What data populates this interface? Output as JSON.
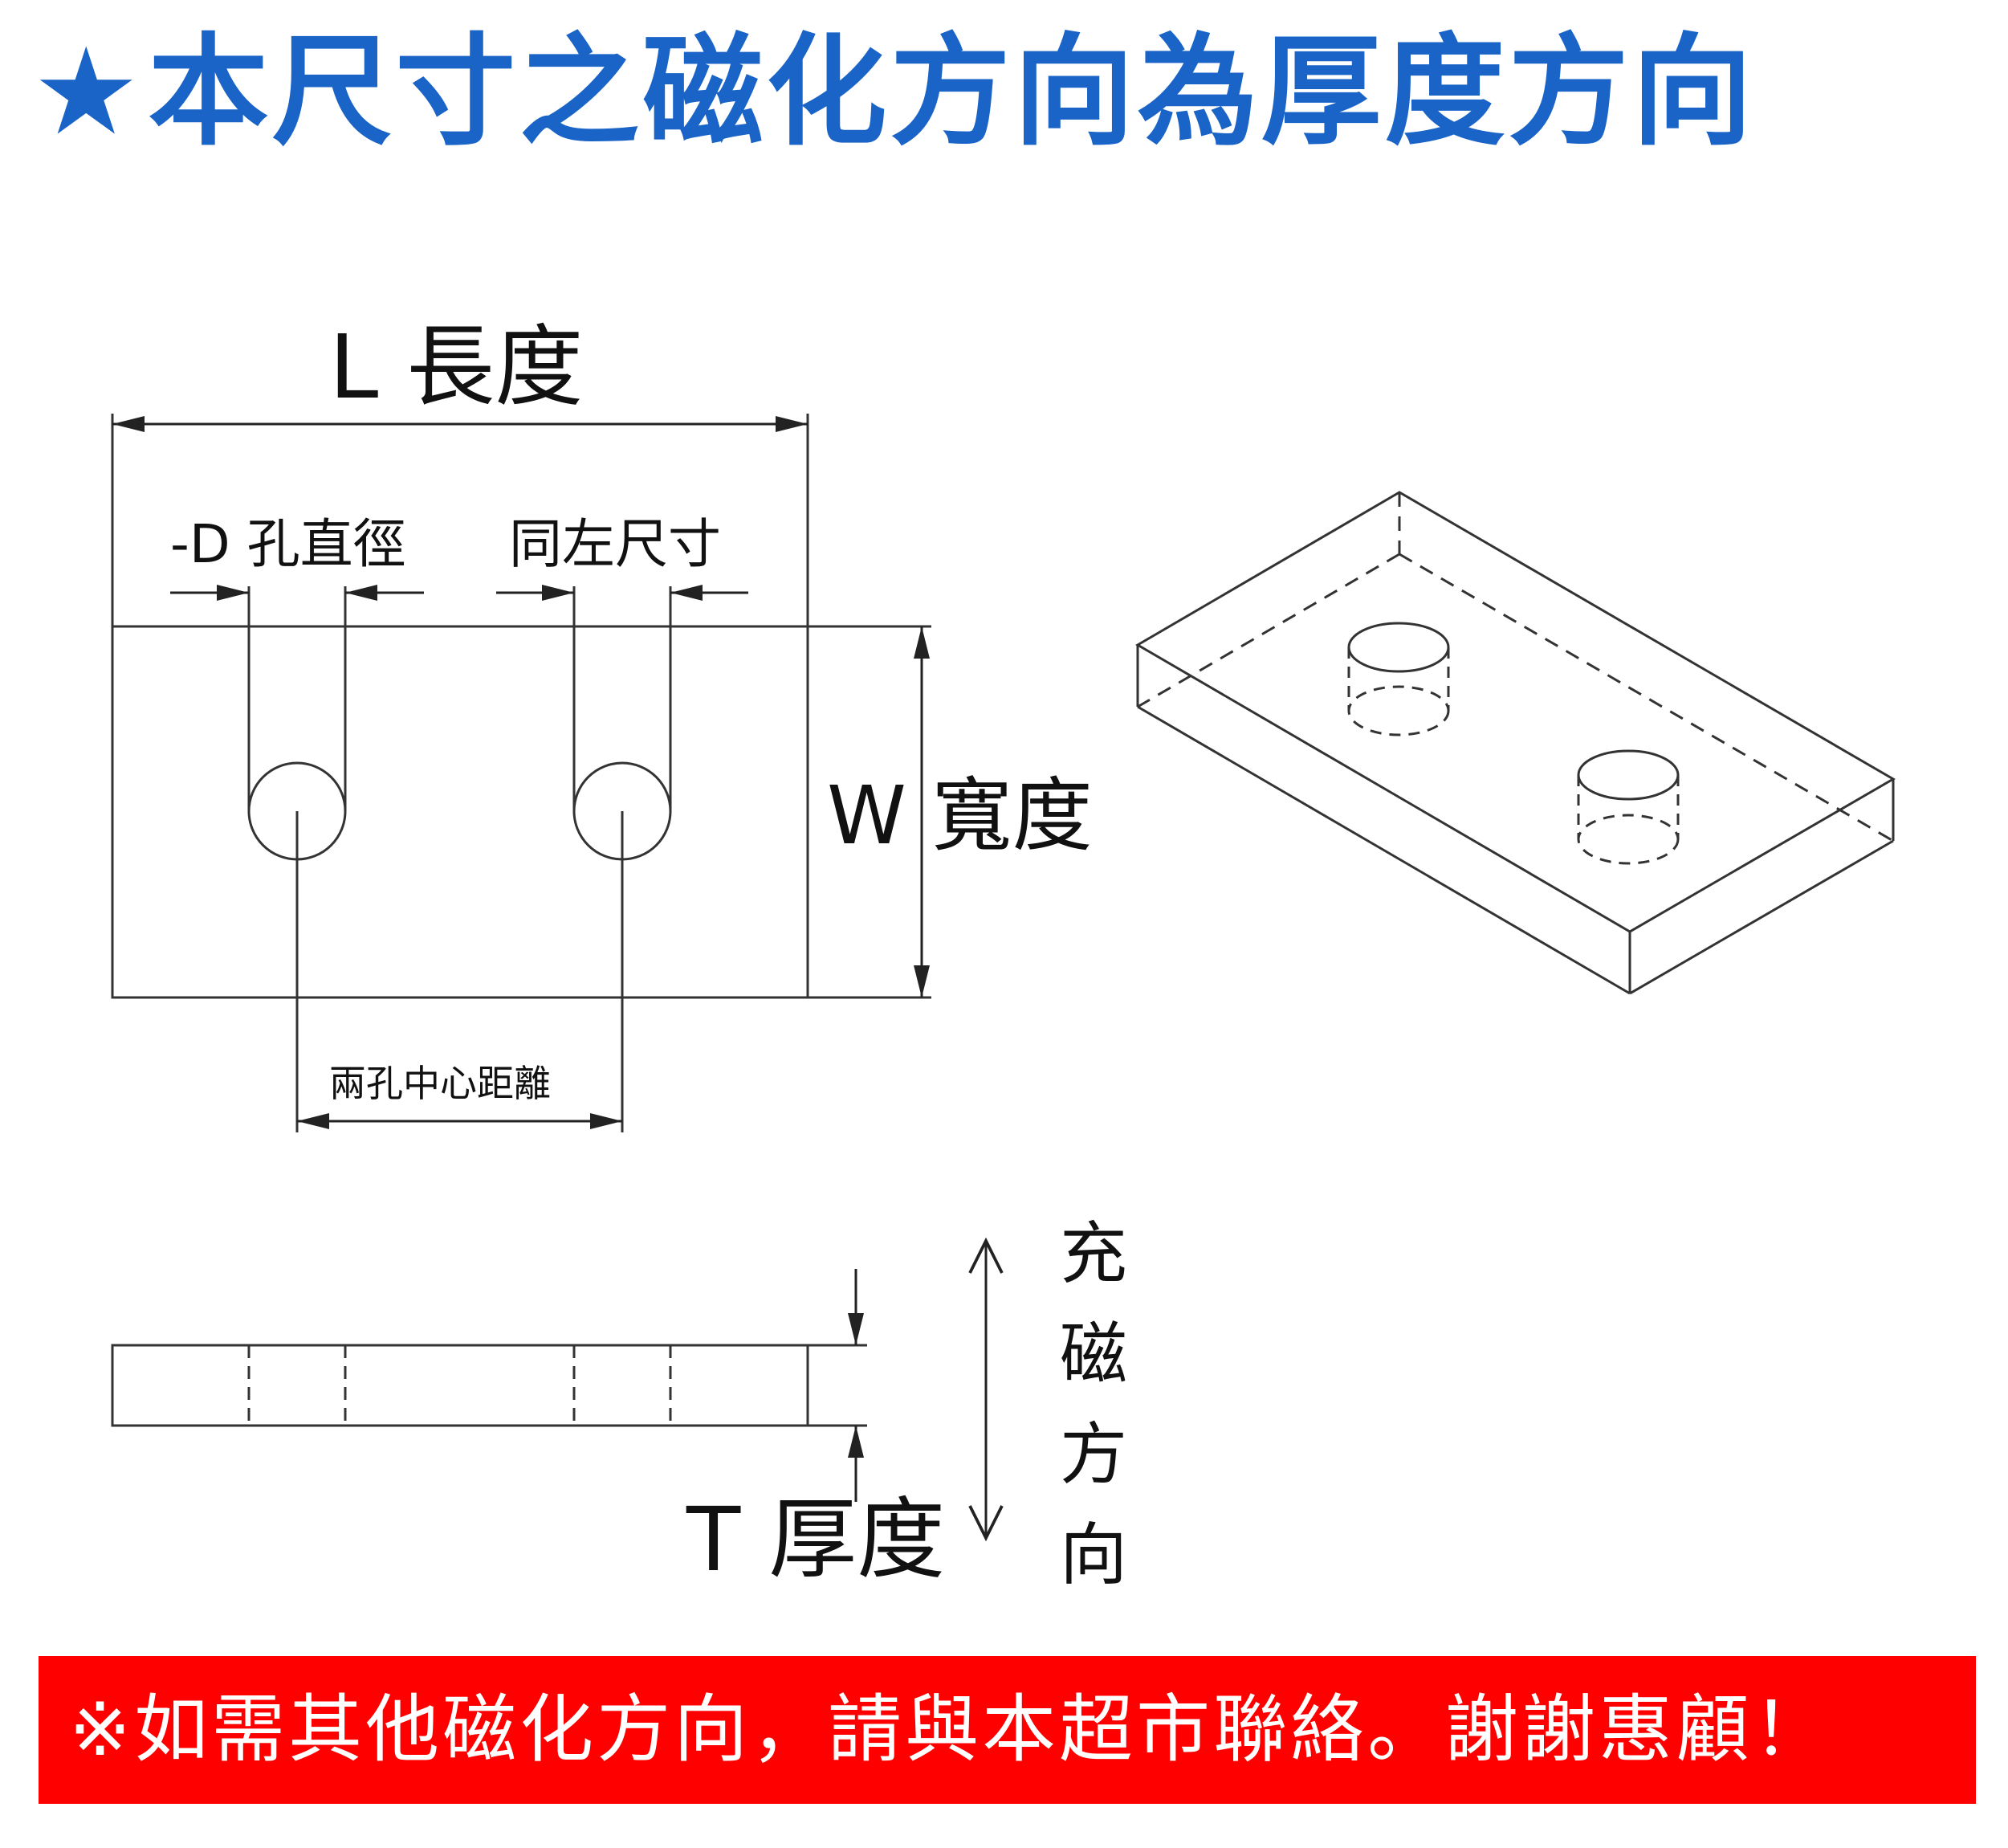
{
  "headline": {
    "star": "★",
    "text": "本尺寸之磁化方向為厚度方向"
  },
  "dimensions": {
    "length_label": "L 長度",
    "hole_diameter_label": "-D 孔直徑",
    "same_size_label": "同左尺寸",
    "width_label": "W 寬度",
    "hole_spacing_label": "兩孔中心距離",
    "thickness_label": "T 厚度"
  },
  "magnetization_label": [
    "充",
    "磁",
    "方",
    "向"
  ],
  "notice": {
    "text": "※如需其他磁化方向，請與本超市聯絡。謝謝惠顧！"
  },
  "colors": {
    "headline": "#1a64c8",
    "notice_background": "#ff0000",
    "notice_text": "#ffffff",
    "line": "#333333"
  }
}
